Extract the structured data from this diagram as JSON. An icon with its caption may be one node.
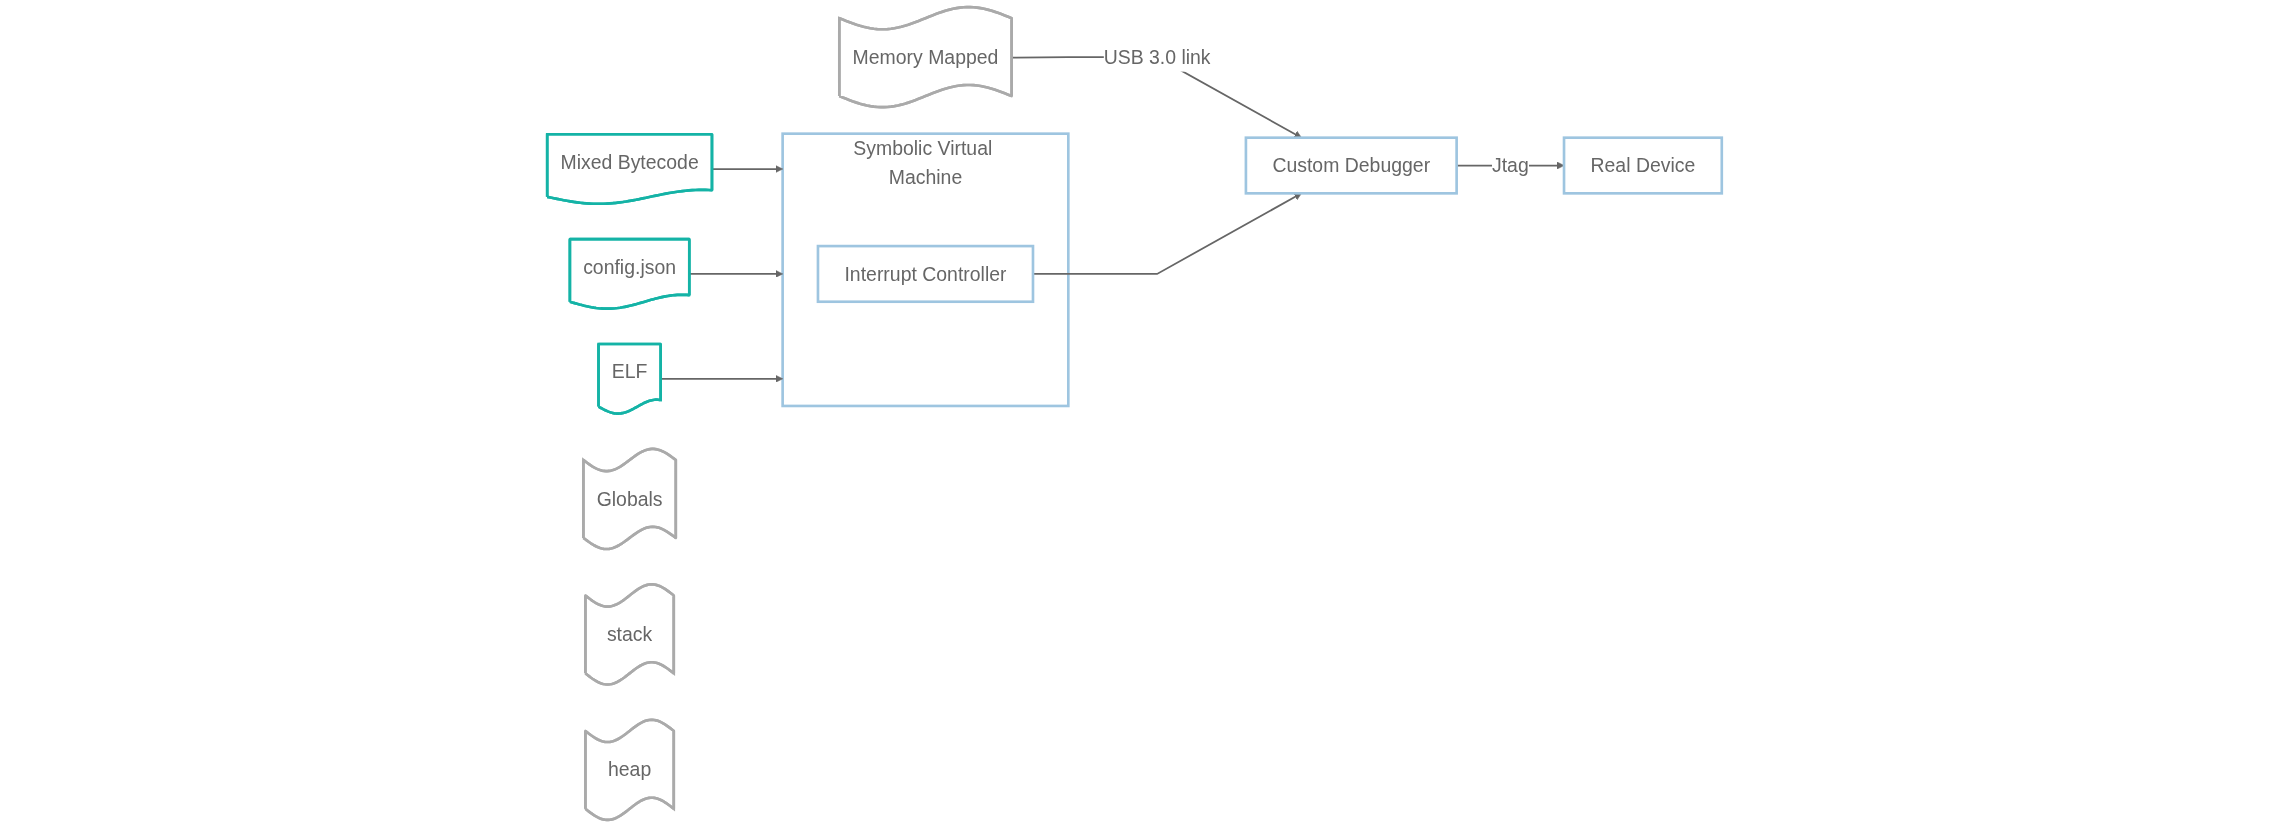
{
  "diagram": {
    "nodes": [
      {
        "text": [
          "Mixed Bytecode"
        ]
      },
      {
        "text": [
          "config.json"
        ]
      },
      {
        "text": [
          "ELF"
        ]
      },
      {
        "text": [
          "Symbolic Virtual Machine"
        ]
      },
      {
        "text": [
          "Interrupt Controller"
        ],
        "in": 3
      },
      {
        "text": [
          "Globals"
        ]
      },
      {
        "text": [
          "Memory Mapped"
        ]
      },
      {
        "text": [
          "stack"
        ]
      },
      {
        "text": [
          "heap"
        ]
      },
      {
        "text": [
          "Custom Debugger"
        ]
      },
      {
        "text": [
          "Real Device"
        ]
      }
    ],
    "edges": [
      {
        "from": 0,
        "to": 3,
        "arrow": "to"
      },
      {
        "from": 1,
        "to": 3,
        "arrow": "to"
      },
      {
        "from": 2,
        "to": 3,
        "arrow": "to"
      },
      {
        "from": 6,
        "to": 9,
        "arrow": "to",
        "label": "USB 3.0 link"
      },
      {
        "from": 4,
        "to": 9,
        "arrow": "to"
      },
      {
        "from": 9,
        "to": 10,
        "arrow": "to",
        "label": "Jtag"
      }
    ]
  }
}
